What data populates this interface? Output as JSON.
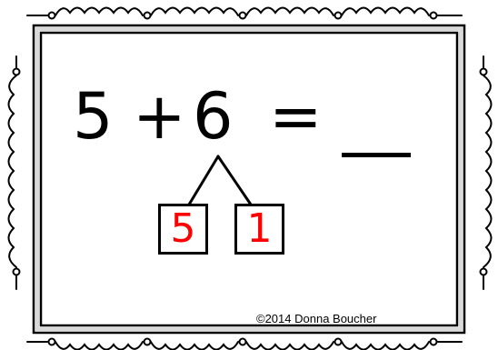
{
  "equation": {
    "left_operand": "5",
    "operator": "+",
    "right_operand": "6",
    "equals": "="
  },
  "decomposition": {
    "parts": [
      "5",
      "1"
    ],
    "part_color": "#ff0000"
  },
  "copyright": "©2014 Donna Boucher",
  "colors": {
    "ink": "#000000",
    "background": "#ffffff",
    "frame_gray": "#d9d9d9"
  }
}
